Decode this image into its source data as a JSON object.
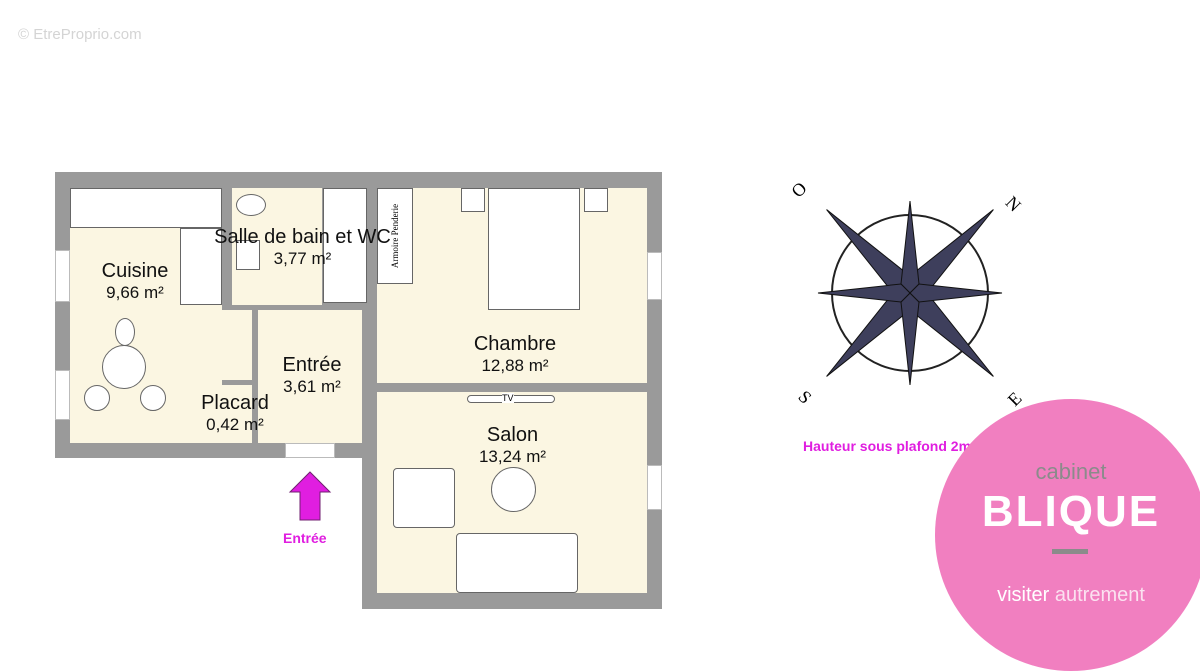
{
  "watermark": "© EtreProprio.com",
  "rooms": [
    {
      "name": "Cuisine",
      "area": "9,66 m²"
    },
    {
      "name": "Salle de bain et WC",
      "area": "3,77 m²"
    },
    {
      "name": "Chambre",
      "area": "12,88 m²"
    },
    {
      "name": "Entrée",
      "area": "3,61 m²"
    },
    {
      "name": "Placard",
      "area": "0,42 m²"
    },
    {
      "name": "Salon",
      "area": "13,24 m²"
    }
  ],
  "furniture": {
    "wardrobe_label": "Armoire Penderie",
    "tv_label": "TV"
  },
  "entrance_label": "Entrée",
  "ceiling_height": "Hauteur sous plafond 2m94",
  "compass": {
    "n": "N",
    "s": "S",
    "e": "E",
    "o": "O"
  },
  "logo": {
    "top": "cabinet",
    "brand": "BLIQUE",
    "tagline_a": "visiter",
    "tagline_b": "autrement"
  },
  "colors": {
    "pink": "#f17fc0",
    "magenta": "#e01ee0",
    "wall": "#9a9a9a",
    "floor": "#fbf6e2"
  }
}
